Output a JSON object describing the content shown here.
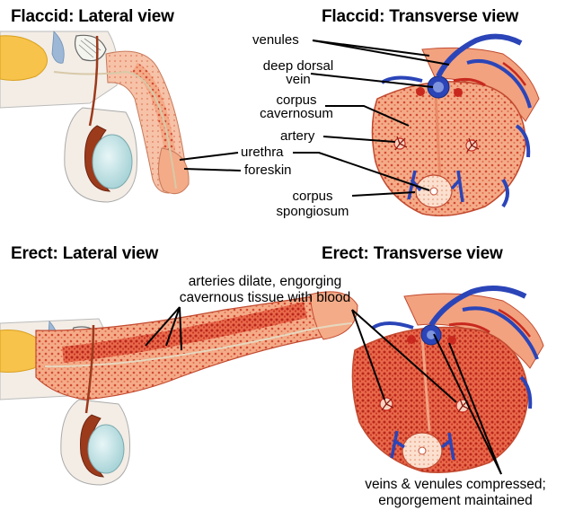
{
  "titles": {
    "flaccid_lateral": "Flaccid: Lateral view",
    "flaccid_transverse": "Flaccid: Transverse view",
    "erect_lateral": "Erect: Lateral view",
    "erect_transverse": "Erect: Transverse view"
  },
  "labels": {
    "venules": "venules",
    "deep_dorsal_vein_1": "deep dorsal",
    "deep_dorsal_vein_2": "vein",
    "corpus_cavernosum_1": "corpus",
    "corpus_cavernosum_2": "cavernosum",
    "artery": "artery",
    "urethra": "urethra",
    "foreskin": "foreskin",
    "corpus_spongiosum_1": "corpus",
    "corpus_spongiosum_2": "spongiosum"
  },
  "captions": {
    "arteries_line1": "arteries dilate, engorging",
    "arteries_line2": "cavernous tissue with blood",
    "veins_line1": "veins & venules compressed;",
    "veins_line2": "engorgement maintained"
  },
  "colors": {
    "tissue": "#f2a27f",
    "tissue_dark": "#d9573c",
    "vein": "#2b45b8",
    "artery": "#c8281e",
    "testis": "#c5e3e6",
    "epididymis": "#9c3a1c",
    "fat": "#f7c34a"
  }
}
